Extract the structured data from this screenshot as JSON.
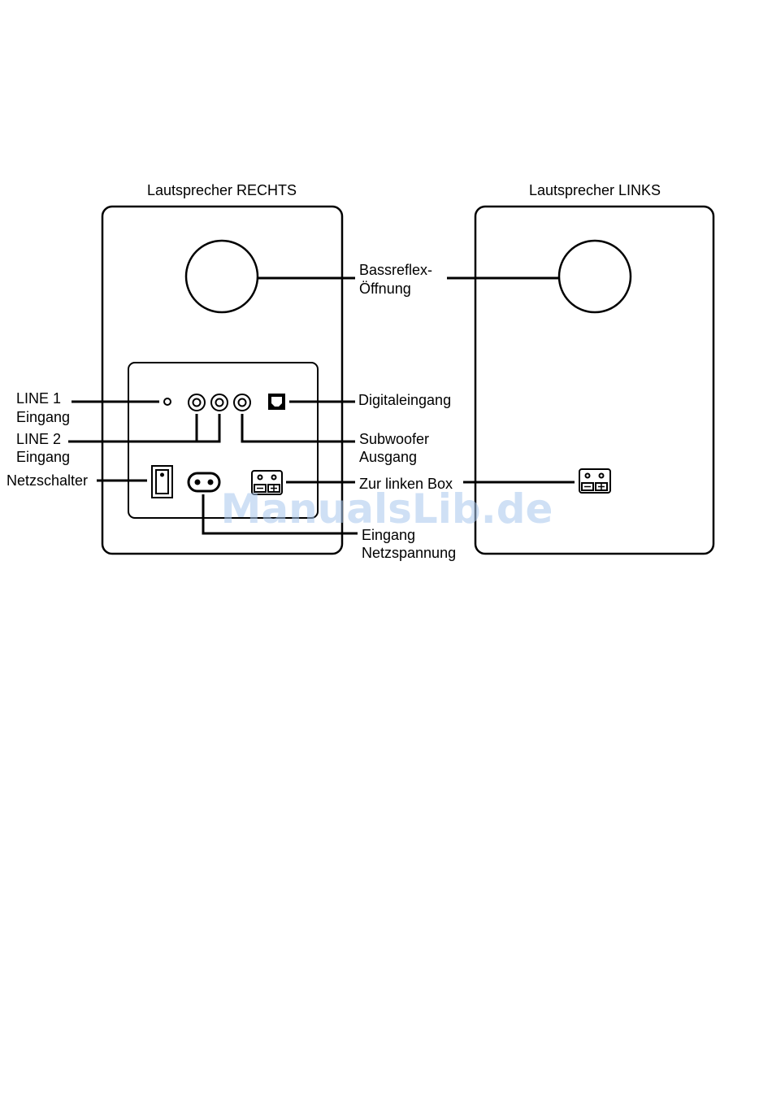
{
  "right_speaker": {
    "title": "Lautsprecher RECHTS"
  },
  "left_speaker": {
    "title": "Lautsprecher LINKS"
  },
  "labels": {
    "bassreflex": [
      "Bassreflex-",
      "Öffnung"
    ],
    "line1": [
      "LINE 1",
      "Eingang"
    ],
    "line2": [
      "LINE 2",
      "Eingang"
    ],
    "netzschalter": "Netzschalter",
    "digitaleingang": "Digitaleingang",
    "subwoofer": [
      "Subwoofer",
      "Ausgang"
    ],
    "zur_linken_box": "Zur linken Box",
    "eingang_netz": [
      "Eingang",
      "Netzspannung"
    ]
  },
  "watermark": "ManualsLib.de"
}
